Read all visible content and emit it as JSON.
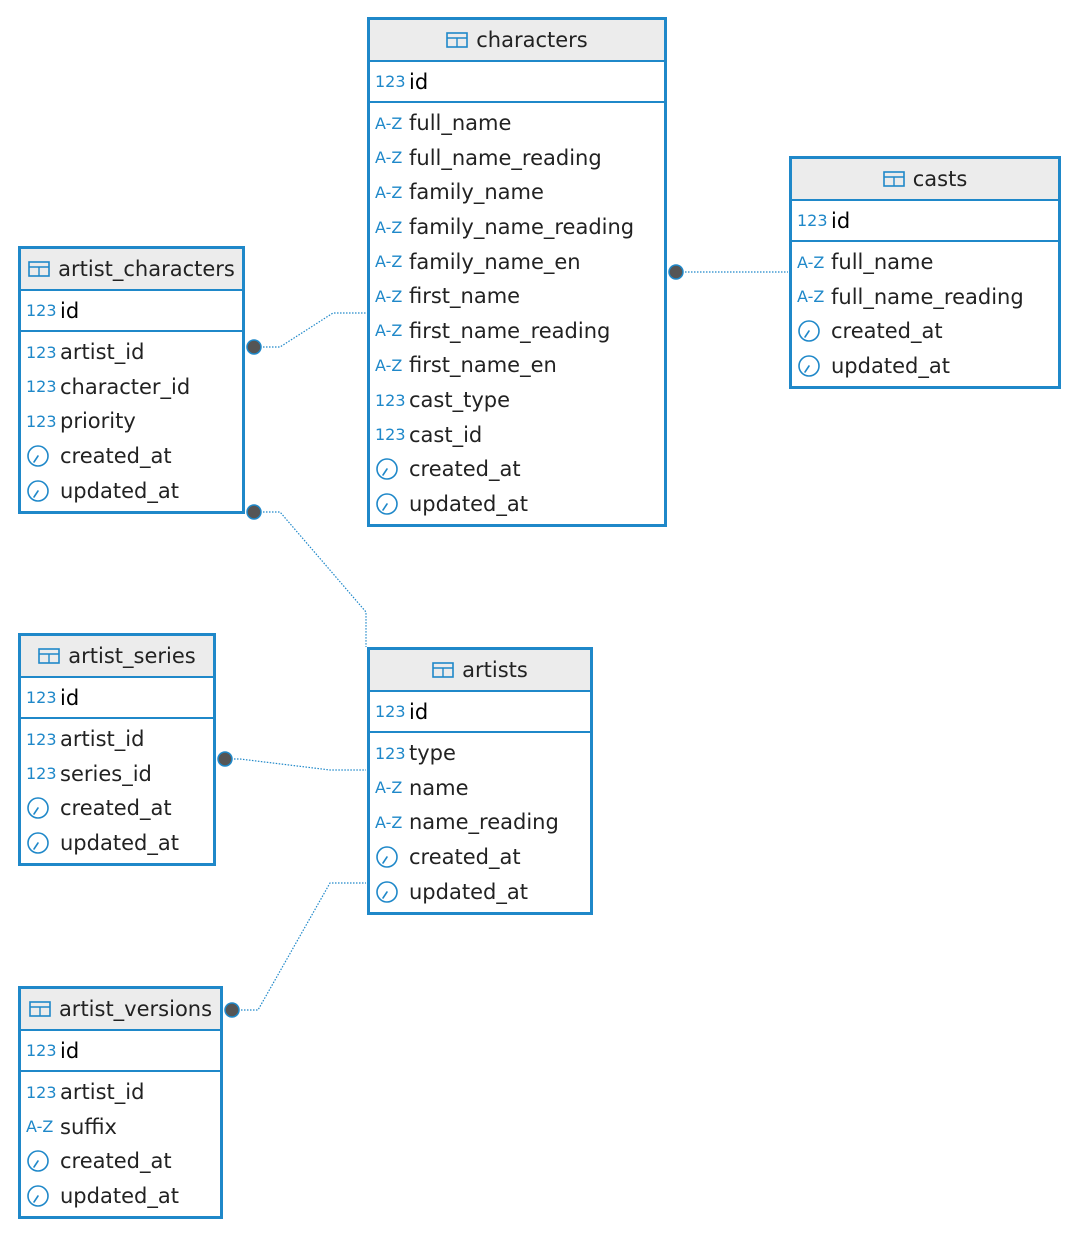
{
  "colors": {
    "accent": "#1f88c9",
    "header_bg": "#ececec",
    "link": "#1f88c9",
    "connector": "#555555"
  },
  "type_labels": {
    "int": "123",
    "text": "A-Z",
    "time": "clock-icon"
  },
  "tables": [
    {
      "name": "characters",
      "pk": "id",
      "columns": [
        {
          "name": "full_name",
          "type": "text"
        },
        {
          "name": "full_name_reading",
          "type": "text"
        },
        {
          "name": "family_name",
          "type": "text"
        },
        {
          "name": "family_name_reading",
          "type": "text"
        },
        {
          "name": "family_name_en",
          "type": "text"
        },
        {
          "name": "first_name",
          "type": "text"
        },
        {
          "name": "first_name_reading",
          "type": "text"
        },
        {
          "name": "first_name_en",
          "type": "text"
        },
        {
          "name": "cast_type",
          "type": "int"
        },
        {
          "name": "cast_id",
          "type": "int"
        },
        {
          "name": "created_at",
          "type": "time"
        },
        {
          "name": "updated_at",
          "type": "time"
        }
      ]
    },
    {
      "name": "casts",
      "pk": "id",
      "columns": [
        {
          "name": "full_name",
          "type": "text"
        },
        {
          "name": "full_name_reading",
          "type": "text"
        },
        {
          "name": "created_at",
          "type": "time"
        },
        {
          "name": "updated_at",
          "type": "time"
        }
      ]
    },
    {
      "name": "artist_characters",
      "pk": "id",
      "columns": [
        {
          "name": "artist_id",
          "type": "int"
        },
        {
          "name": "character_id",
          "type": "int"
        },
        {
          "name": "priority",
          "type": "int"
        },
        {
          "name": "created_at",
          "type": "time"
        },
        {
          "name": "updated_at",
          "type": "time"
        }
      ]
    },
    {
      "name": "artist_series",
      "pk": "id",
      "columns": [
        {
          "name": "artist_id",
          "type": "int"
        },
        {
          "name": "series_id",
          "type": "int"
        },
        {
          "name": "created_at",
          "type": "time"
        },
        {
          "name": "updated_at",
          "type": "time"
        }
      ]
    },
    {
      "name": "artists",
      "pk": "id",
      "columns": [
        {
          "name": "type",
          "type": "int"
        },
        {
          "name": "name",
          "type": "text"
        },
        {
          "name": "name_reading",
          "type": "text"
        },
        {
          "name": "created_at",
          "type": "time"
        },
        {
          "name": "updated_at",
          "type": "time"
        }
      ]
    },
    {
      "name": "artist_versions",
      "pk": "id",
      "columns": [
        {
          "name": "artist_id",
          "type": "int"
        },
        {
          "name": "suffix",
          "type": "text"
        },
        {
          "name": "created_at",
          "type": "time"
        },
        {
          "name": "updated_at",
          "type": "time"
        }
      ]
    }
  ],
  "relationships": [
    {
      "from": "characters",
      "to": "casts"
    },
    {
      "from": "artist_characters",
      "to": "characters"
    },
    {
      "from": "artist_characters",
      "to": "artists"
    },
    {
      "from": "artist_series",
      "to": "artists"
    },
    {
      "from": "artist_versions",
      "to": "artists"
    }
  ]
}
